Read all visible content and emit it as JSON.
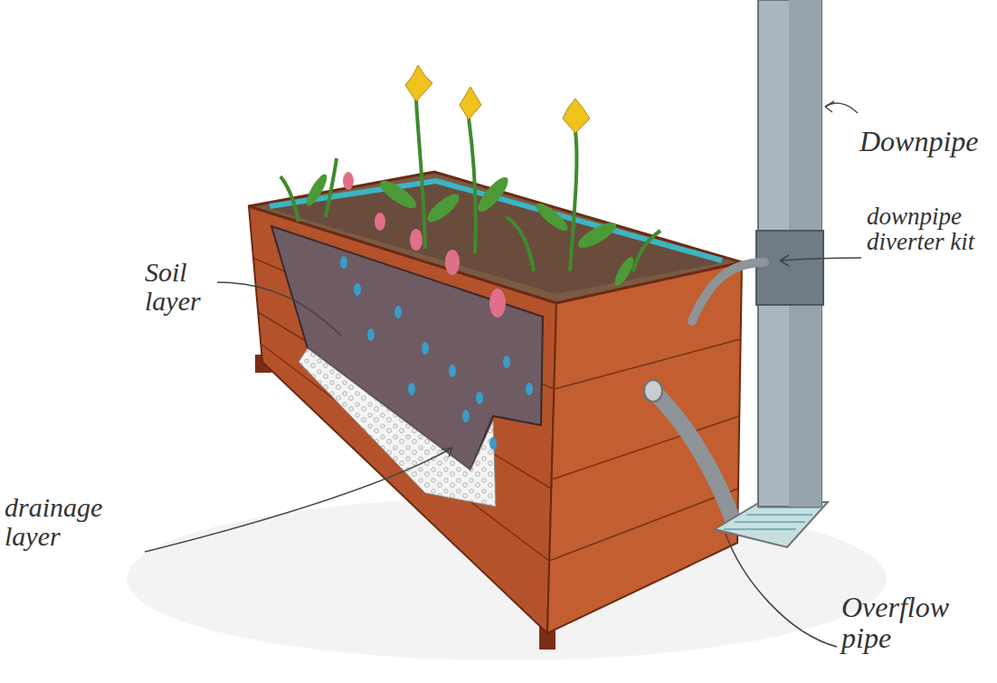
{
  "diagram": {
    "labels": [
      "Soil layer",
      "drainage layer",
      "Downpipe",
      "downpipe diverter kit",
      "Overflow pipe"
    ]
  }
}
